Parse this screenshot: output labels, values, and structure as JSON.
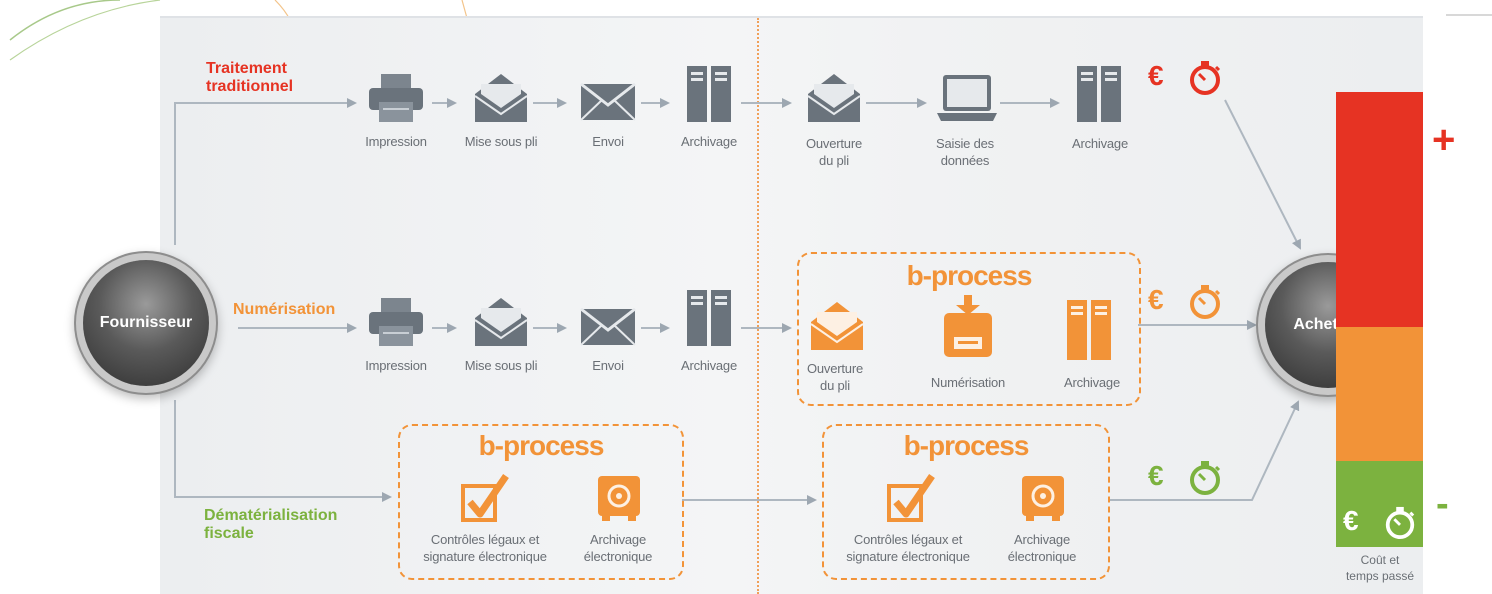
{
  "colors": {
    "red": "#e63323",
    "orange": "#f29338",
    "green": "#7cb23f",
    "gray": "#6a6f75"
  },
  "nodes": {
    "supplier": "Fournisseur",
    "buyer": "Acheteur"
  },
  "rows": {
    "traditional": {
      "title_line1": "Traitement",
      "title_line2": "traditionnel",
      "steps": [
        "Impression",
        "Mise sous pli",
        "Envoi",
        "Archivage"
      ],
      "buyer_steps": [
        {
          "l1": "Ouverture",
          "l2": "du pli"
        },
        {
          "l1": "Saisie des",
          "l2": "données"
        },
        {
          "l1": "Archivage",
          "l2": ""
        }
      ],
      "cost_icons": [
        "euro-icon",
        "stopwatch-icon"
      ]
    },
    "digitization": {
      "title": "Numérisation",
      "steps": [
        "Impression",
        "Mise sous pli",
        "Envoi",
        "Archivage"
      ],
      "bprocess": {
        "title": "b-process",
        "steps": [
          {
            "l1": "Ouverture",
            "l2": "du pli"
          },
          {
            "l1": "Numérisation",
            "l2": ""
          },
          {
            "l1": "Archivage",
            "l2": ""
          }
        ]
      },
      "cost_icons": [
        "euro-icon",
        "stopwatch-icon"
      ]
    },
    "dematerialization": {
      "title_line1": "Dématérialisation",
      "title_line2": "fiscale",
      "bprocess_supplier": {
        "title": "b-process",
        "steps": [
          {
            "l1": "Contrôles légaux et",
            "l2": "signature électronique"
          },
          {
            "l1": "Archivage",
            "l2": "électronique"
          }
        ]
      },
      "bprocess_buyer": {
        "title": "b-process",
        "steps": [
          {
            "l1": "Contrôles légaux et",
            "l2": "signature électronique"
          },
          {
            "l1": "Archivage",
            "l2": "électronique"
          }
        ]
      },
      "cost_icons": [
        "euro-icon",
        "stopwatch-icon"
      ]
    }
  },
  "scale": {
    "plus": "+",
    "minus": "-",
    "label_line1": "Coût et",
    "label_line2": "temps passé",
    "euro": "€"
  }
}
